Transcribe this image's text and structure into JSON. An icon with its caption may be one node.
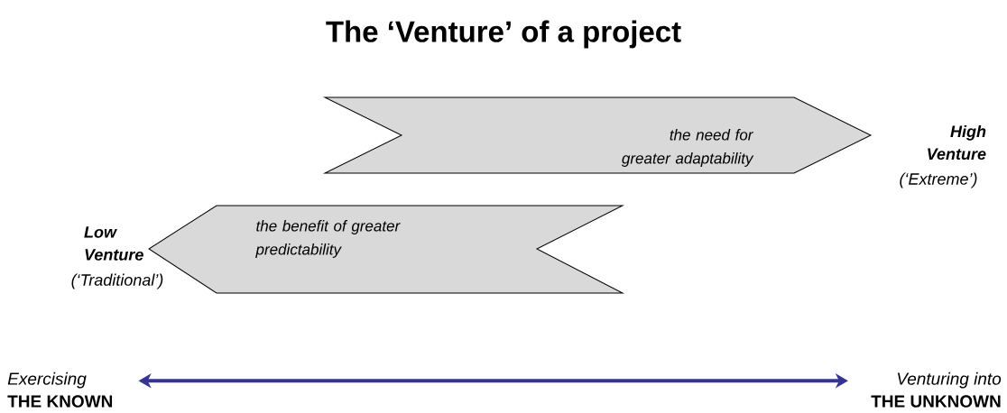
{
  "diagram": {
    "title": "The ‘Venture’ of a project",
    "nodes": [
      {
        "text": [
          "the need for greater adaptability"
        ],
        "beside": [
          "High Venture",
          "(‘Extreme’)"
        ]
      },
      {
        "text": [
          "the benefit of greater predictability"
        ],
        "beside": [
          "Low Venture",
          "(‘Traditional’)"
        ]
      },
      {
        "text": [
          "Exercising",
          "THE KNOWN"
        ]
      },
      {
        "text": [
          "Venturing into",
          "THE UNKNOWN"
        ]
      }
    ],
    "edges": [
      {
        "from": 2,
        "to": 3,
        "arrow": "both",
        "color": "#333399"
      }
    ]
  }
}
